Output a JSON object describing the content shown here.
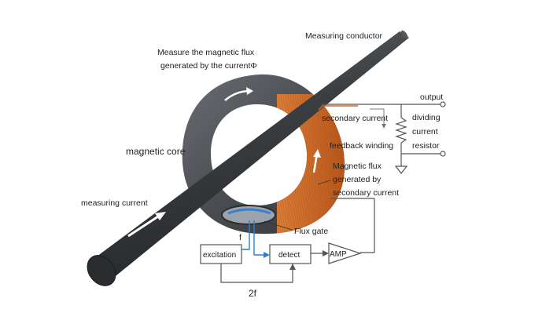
{
  "labels": {
    "measuring_conductor": "Measuring conductor",
    "measure_flux_line1": "Measure the magnetic flux",
    "measure_flux_line2": "generated by the currentΦ",
    "magnetic_core": "magnetic core",
    "measuring_current": "measuring current",
    "output": "output",
    "secondary_current": "secondary current",
    "dividing_line1": "dividing",
    "dividing_line2": "current",
    "dividing_line3": "resistor",
    "feedback_winding": "feedback winding",
    "mag_flux_line1": "Magnetic flux",
    "mag_flux_line2": "generated by",
    "mag_flux_line3": "secondary current",
    "flux_gate": "Flux gate",
    "f": "f",
    "two_f": "2f",
    "excitation": "excitation",
    "detect": "detect",
    "amp": "AMP"
  },
  "colors": {
    "core": "#4a4d51",
    "conductor": "#3a3c3f",
    "winding": "#d8702a",
    "signal_blue": "#2f7fd0",
    "wire": "#555555"
  }
}
